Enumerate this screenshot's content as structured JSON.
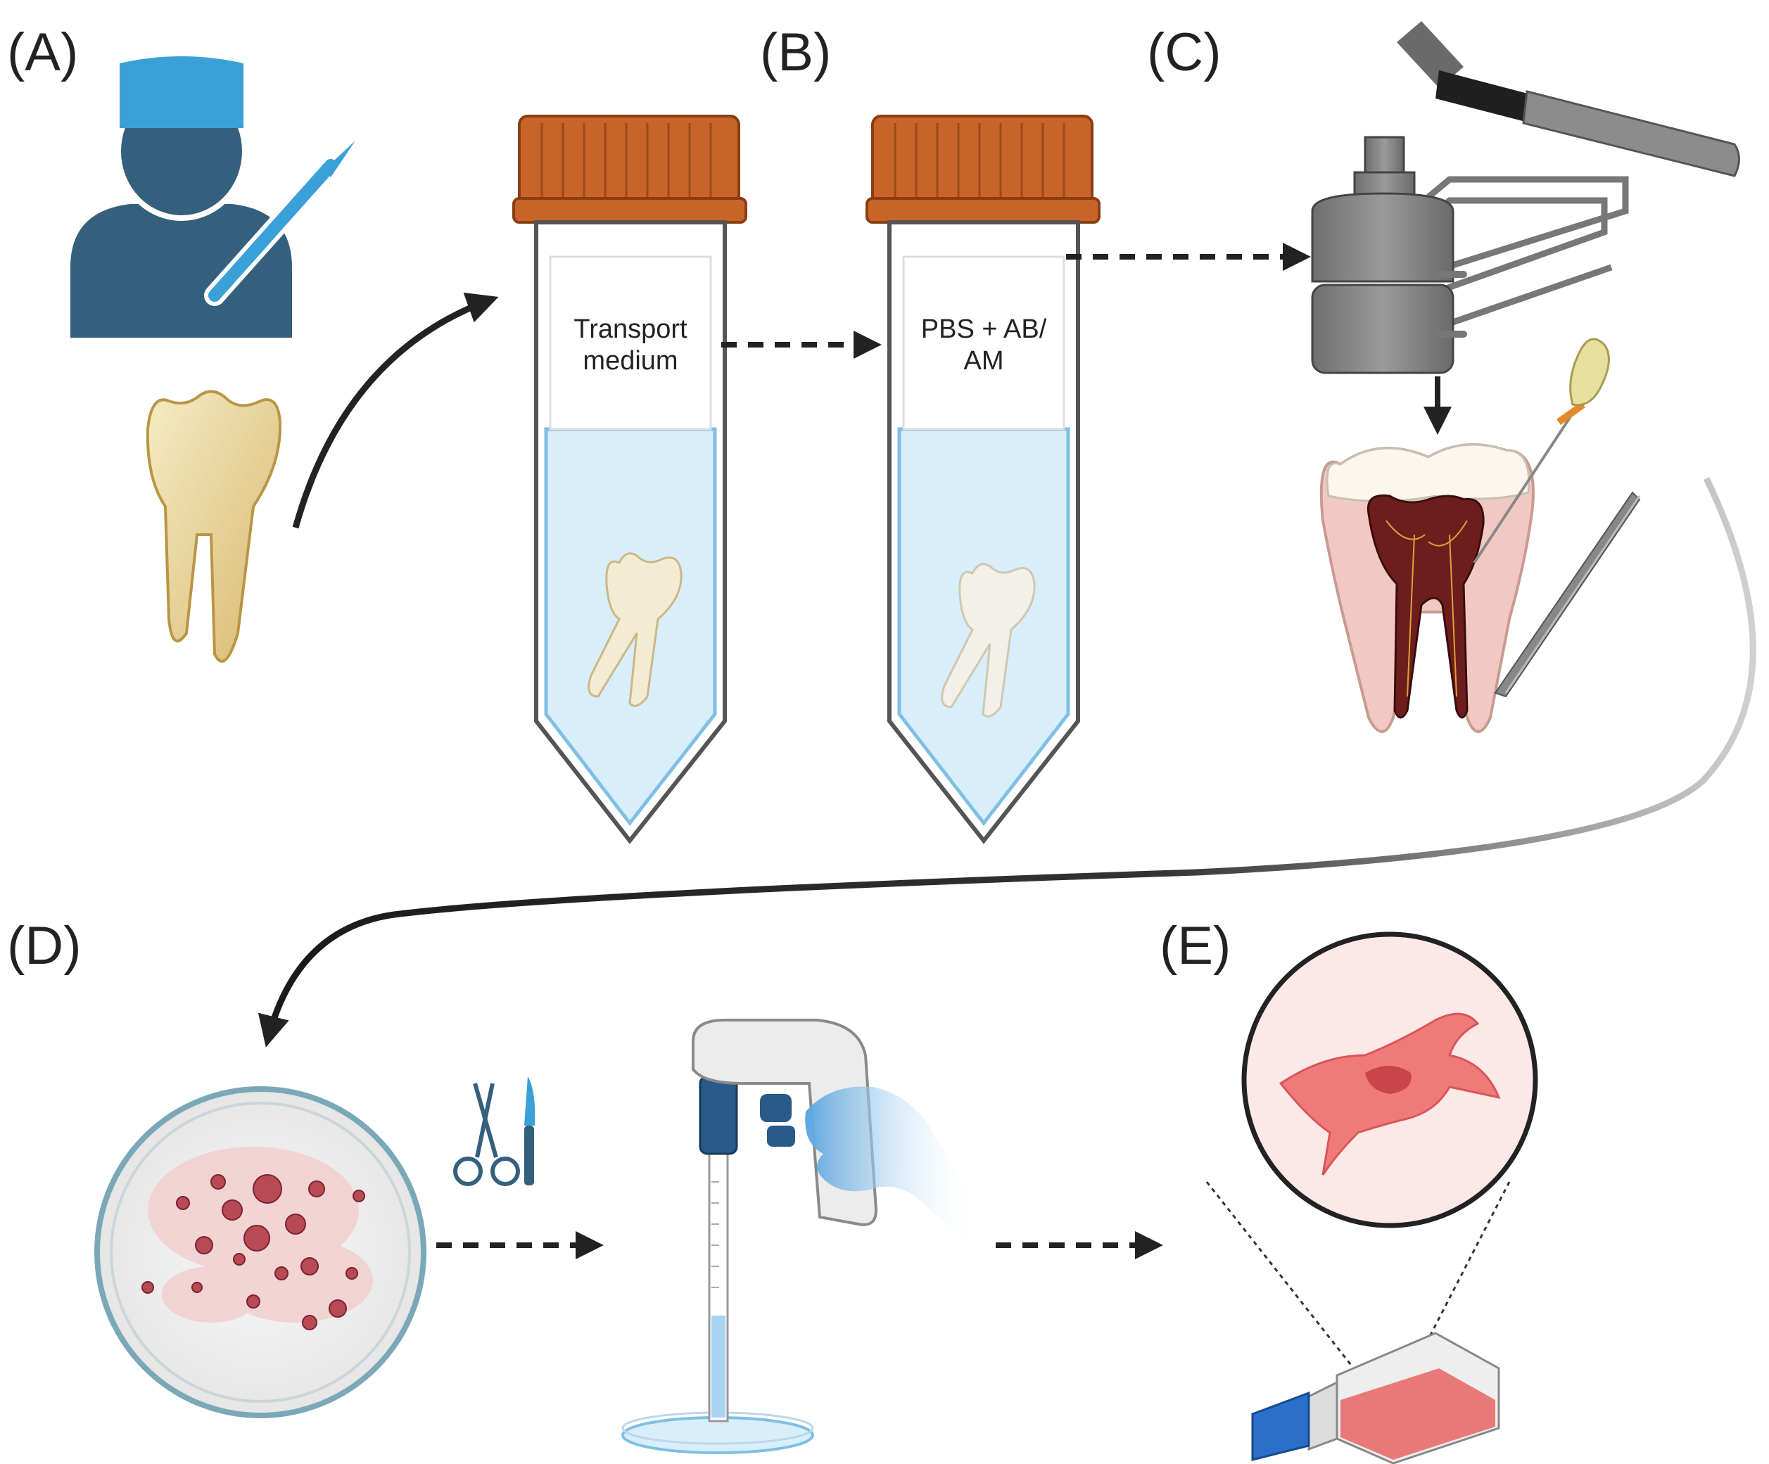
{
  "panels": {
    "a": "(A)",
    "b": "(B)",
    "c": "(C)",
    "d": "(D)",
    "e": "(E)"
  },
  "tubes": {
    "tube1_line1": "Transport",
    "tube1_line2": "medium",
    "tube2_line1": "PBS + AB/",
    "tube2_line2": "AM"
  },
  "icons": {
    "surgeon": "surgeon-icon",
    "scalpel": "scalpel-icon",
    "tooth": "tooth-icon",
    "tube": "falcon-tube-icon",
    "hammer": "hammer-icon",
    "press": "tooth-splitter-icon",
    "tooth_section": "tooth-cross-section-icon",
    "endodontic_file": "endodontic-file-icon",
    "tweezers": "tweezers-icon",
    "petri_dish": "petri-dish-icon",
    "scissors": "scissors-icon",
    "pipette": "pipette-controller-icon",
    "cell": "fibroblast-cell-icon",
    "flask": "culture-flask-icon"
  },
  "colors": {
    "cap": "#c8642a",
    "medium": "#d9eefb",
    "surgeon": "#35607d",
    "surgeon_cap": "#3aa0d8",
    "tooth": "#ead9a8",
    "pulp": "#6e1d1d",
    "cell": "#f07a7a",
    "flask_medium": "#e86b6b",
    "flask_cap": "#2a6fc9",
    "glove": "#5aa6e0",
    "metal": "#7a7a7a",
    "arrow": "#222222"
  }
}
